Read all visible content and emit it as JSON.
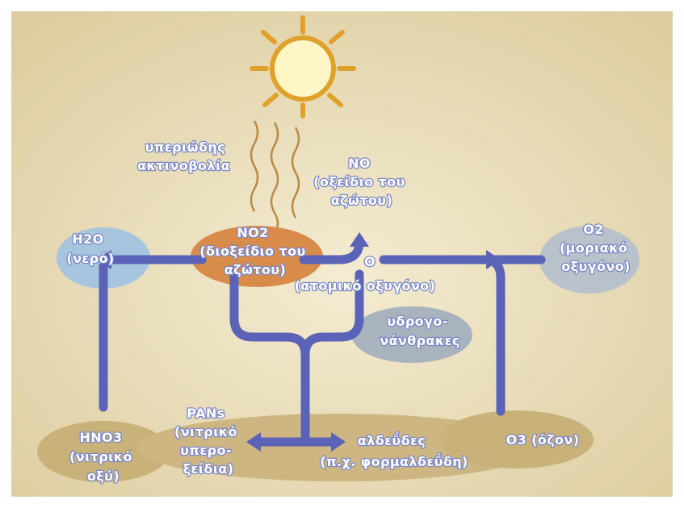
{
  "colors": {
    "background_light": "#efe5c6",
    "background_dark": "#d9c99a",
    "flow_line": "#5b63b8",
    "no2_blob": "#d98c4a",
    "water_blob": "#a7c5df",
    "oxygen_blob": "#b9c2cb",
    "hydrocarbon_blob": "#a9b3bd",
    "ground_blob": "#c9b27a",
    "sun_stroke": "#e0a12a",
    "sun_fill": "#fff6c8",
    "radiation_stroke": "#b88a4a",
    "label_outline": "#7a86c8"
  },
  "icons": {
    "sun": "sun-icon",
    "radiation": "wavy-rays-icon"
  },
  "labels": {
    "uv": [
      "υπεριώδης",
      "ακτινοβολία"
    ],
    "no": [
      "NO",
      "(οξείδιο του",
      "αζώτου)"
    ],
    "h2o": [
      "H2O",
      "(νερό)"
    ],
    "no2": [
      "NO2",
      "(διοξείδιο του",
      "αζώτου)"
    ],
    "o_atom": "O",
    "atomic_oxygen": "(ατομικό οξυγόνο)",
    "o2": [
      "O2",
      "(μοριακό",
      "οξυγόνο)"
    ],
    "hydrocarbons": [
      "υδρογο-",
      "νάνθρακες"
    ],
    "hno3": [
      "HNO3",
      "(νιτρικό",
      "οξύ)"
    ],
    "pans": [
      "PANs",
      "(νιτρικό",
      "υπερο-",
      "ξείδια)"
    ],
    "aldehydes": [
      "αλδεΰδες",
      "(π.χ. φορμαλδεΰδη)"
    ],
    "o3": "O3 (όζον)"
  }
}
